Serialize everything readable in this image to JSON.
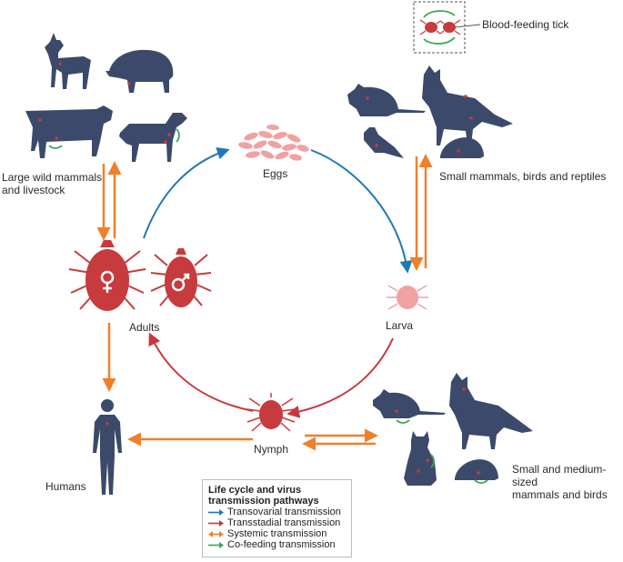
{
  "colors": {
    "animal": "#3b4a6b",
    "tick_red": "#c73a3d",
    "tick_pink": "#f0a2a2",
    "transovarial": "#1f78b4",
    "transstadial": "#c9373d",
    "systemic": "#f07f2a",
    "cofeeding": "#3aa655"
  },
  "labels": {
    "eggs": "Eggs",
    "larva": "Larva",
    "nymph": "Nymph",
    "adults": "Adults",
    "humans": "Humans",
    "large_hosts": "Large wild mammals\nand livestock",
    "small_hosts": "Small mammals, birds and reptiles",
    "medium_hosts": "Small and medium-sized\nmammals and birds",
    "blood_feeding_tick": "Blood-feeding tick"
  },
  "legend": {
    "title": "Life cycle and virus transmission pathways",
    "items": [
      {
        "label": "Transovarial transmission",
        "color": "#1f78b4",
        "style": "single"
      },
      {
        "label": "Transstadial transmission",
        "color": "#c9373d",
        "style": "single"
      },
      {
        "label": "Systemic transmission",
        "color": "#f07f2a",
        "style": "double"
      },
      {
        "label": "Co-feeding transmission",
        "color": "#3aa655",
        "style": "single"
      }
    ]
  },
  "icons": {
    "female": "venus-symbol",
    "male": "mars-symbol",
    "animals": [
      "goat",
      "pig",
      "cow",
      "dog",
      "rat",
      "fox",
      "bird",
      "hedgehog",
      "cat",
      "human"
    ]
  }
}
